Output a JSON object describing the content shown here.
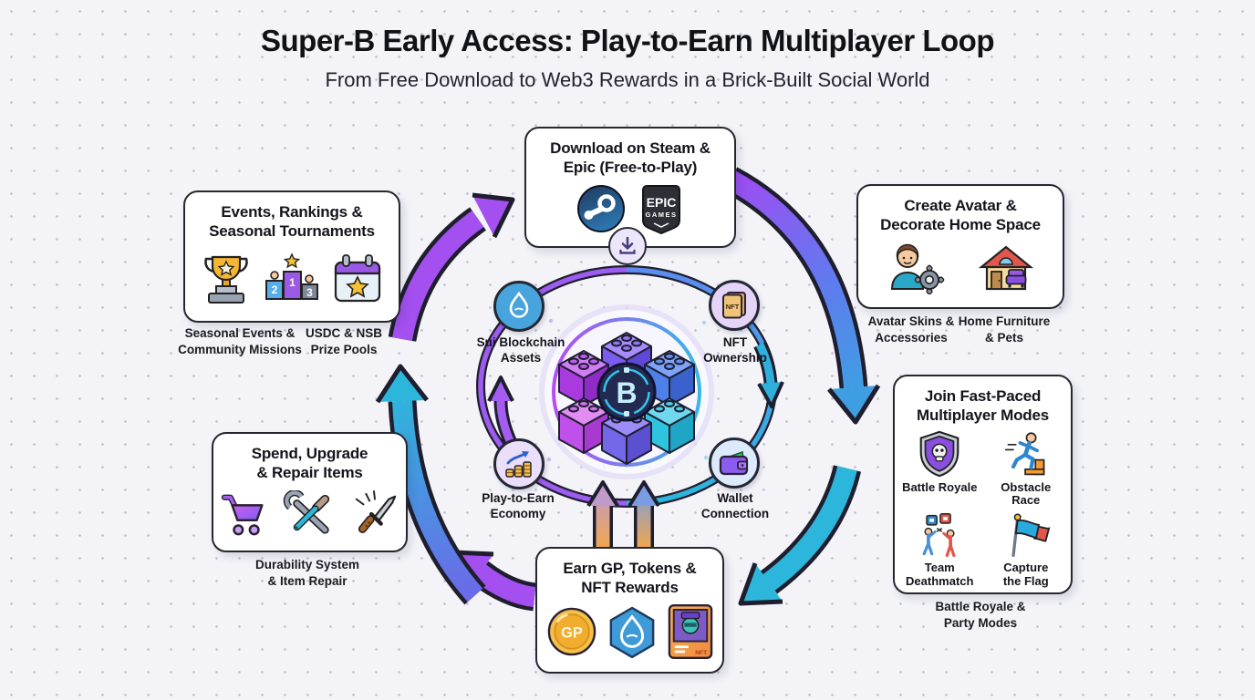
{
  "header": {
    "title": "Super-B Early Access: Play-to-Earn Multiplayer Loop",
    "subtitle": "From Free Download to Web3 Rewards in a Brick-Built Social World"
  },
  "hub": {
    "coin_letter": "B"
  },
  "boxes": {
    "download": {
      "title": "Download on Steam &\nEpic (Free-to-Play)",
      "epic_top": "EPIC",
      "epic_bottom": "GAMES"
    },
    "events": {
      "title": "Events, Rankings &\nSeasonal Tournaments",
      "podium_first": "1",
      "podium_second": "2",
      "podium_third": "3",
      "caption_left": "Seasonal Events &\nCommunity Missions",
      "caption_right": "USDC & NSB\nPrize Pools"
    },
    "avatar": {
      "title": "Create Avatar &\nDecorate Home Space",
      "caption_left": "Avatar Skins &\nAccessories",
      "caption_right": "Home Furniture\n& Pets"
    },
    "modes": {
      "title": "Join Fast-Paced\nMultiplayer Modes",
      "mode1": "Battle Royale",
      "mode2": "Obstacle Race",
      "mode3": "Team\nDeathmatch",
      "mode4": "Capture\nthe Flag",
      "caption": "Battle Royale &\nParty Modes"
    },
    "earn": {
      "title": "Earn GP, Tokens &\nNFT Rewards",
      "gp_label": "GP",
      "nft_label": "NFT"
    },
    "spend": {
      "title": "Spend, Upgrade\n& Repair Items",
      "caption": "Durability System\n& Item Repair"
    }
  },
  "inner_nodes": {
    "sui": {
      "label": "Sui Blockchain\nAssets"
    },
    "nft": {
      "label": "NFT\nOwnership",
      "badge": "NFT"
    },
    "wallet": {
      "label": "Wallet\nConnection"
    },
    "economy": {
      "label": "Play-to-Earn\nEconomy"
    }
  },
  "colors": {
    "purple": "#a44ff0",
    "blue": "#4f7fe8",
    "cyan": "#2db6dc",
    "orange": "#f0a84e",
    "gold": "#f5c048",
    "ink": "#1e1e2e"
  }
}
